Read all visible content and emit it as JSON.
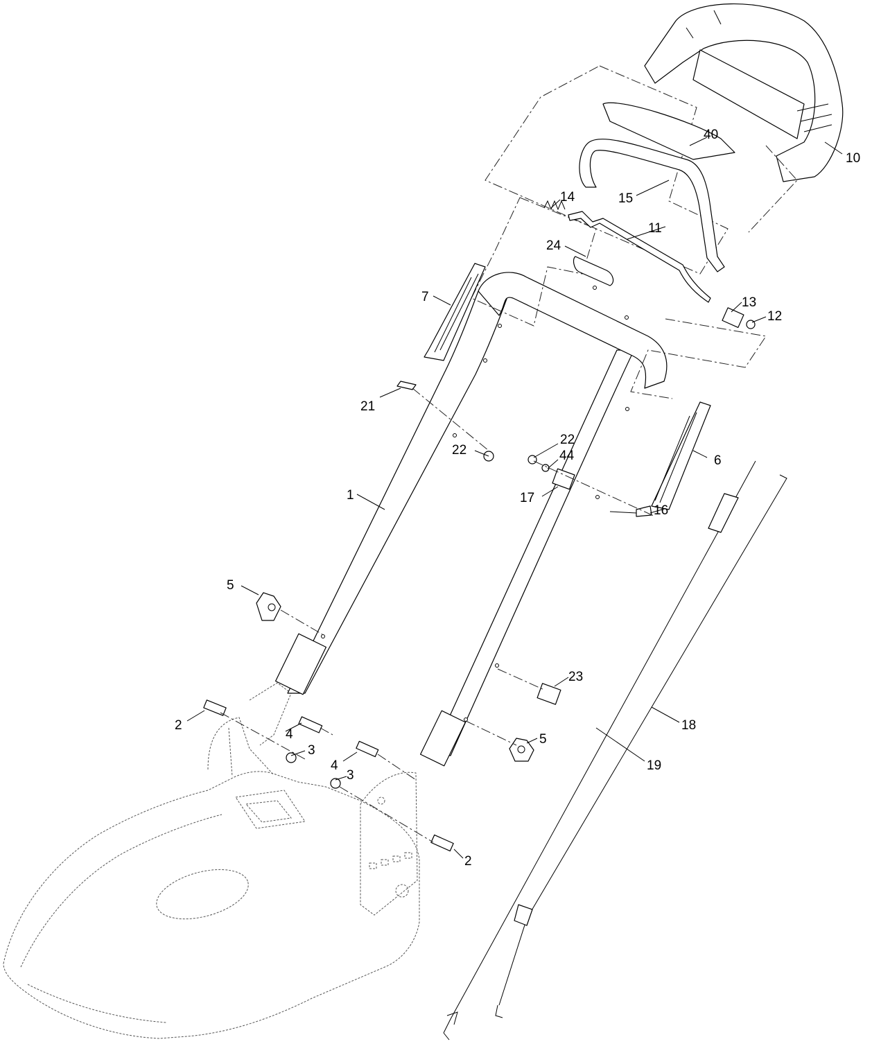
{
  "callouts": [
    {
      "id": "c10",
      "label": "10"
    },
    {
      "id": "c40",
      "label": "40"
    },
    {
      "id": "c15",
      "label": "15"
    },
    {
      "id": "c14",
      "label": "14"
    },
    {
      "id": "c11",
      "label": "11"
    },
    {
      "id": "c24",
      "label": "24"
    },
    {
      "id": "c13",
      "label": "13"
    },
    {
      "id": "c12",
      "label": "12"
    },
    {
      "id": "c7",
      "label": "7"
    },
    {
      "id": "c21",
      "label": "21"
    },
    {
      "id": "c22a",
      "label": "22"
    },
    {
      "id": "c22b",
      "label": "22"
    },
    {
      "id": "c44",
      "label": "44"
    },
    {
      "id": "c6",
      "label": "6"
    },
    {
      "id": "c17",
      "label": "17"
    },
    {
      "id": "c16",
      "label": "16"
    },
    {
      "id": "c1",
      "label": "1"
    },
    {
      "id": "c5a",
      "label": "5"
    },
    {
      "id": "c23",
      "label": "23"
    },
    {
      "id": "c2a",
      "label": "2"
    },
    {
      "id": "c4a",
      "label": "4"
    },
    {
      "id": "c3a",
      "label": "3"
    },
    {
      "id": "c5b",
      "label": "5"
    },
    {
      "id": "c4b",
      "label": "4"
    },
    {
      "id": "c3b",
      "label": "3"
    },
    {
      "id": "c18",
      "label": "18"
    },
    {
      "id": "c19",
      "label": "19"
    },
    {
      "id": "c2b",
      "label": "2"
    }
  ]
}
